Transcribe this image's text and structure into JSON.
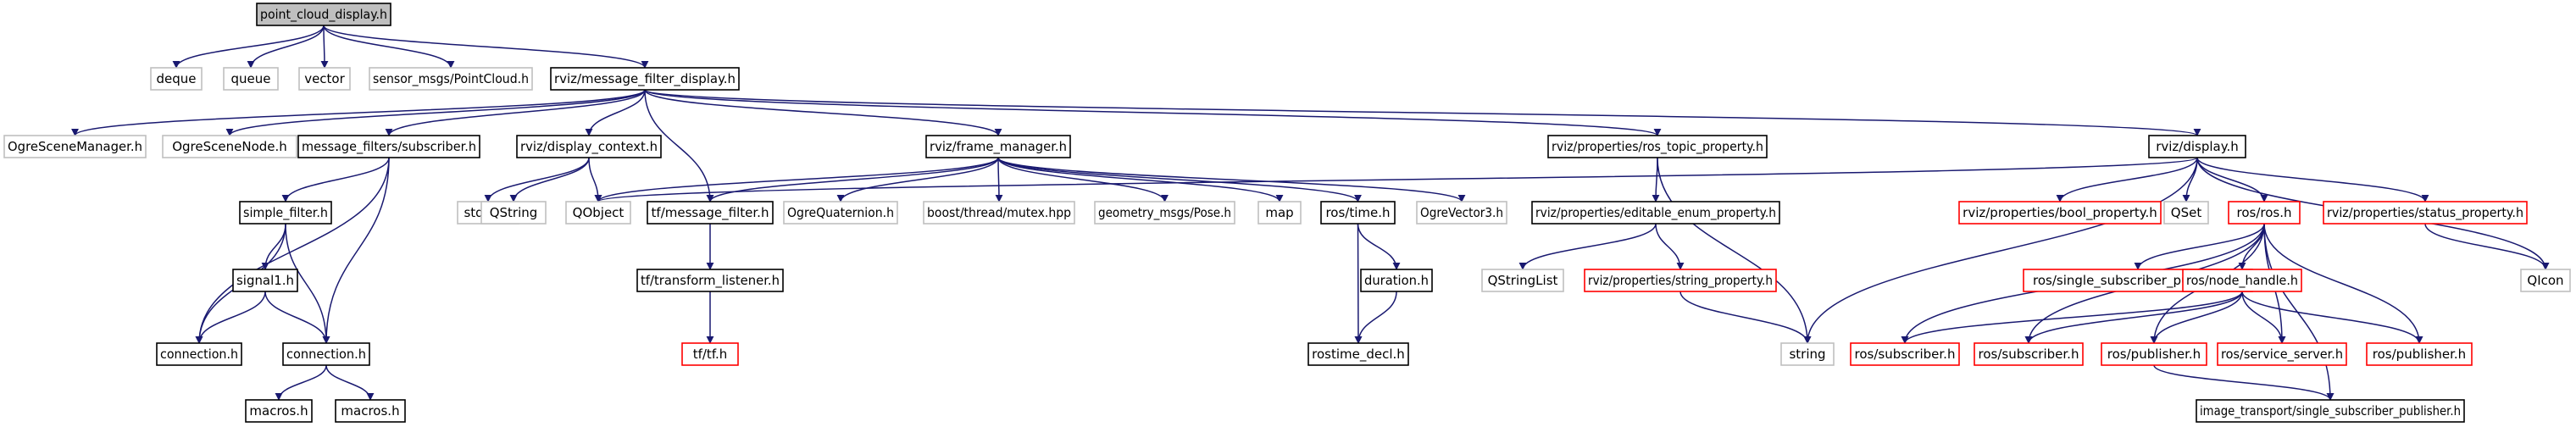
{
  "graph": {
    "colors": {
      "edge": "#191970",
      "box_black": "#000000",
      "box_red": "#ff0000",
      "box_gray": "#bfbfbf",
      "root_fill": "#bfbfbf",
      "node_fill": "#ffffff"
    },
    "nodes": [
      {
        "id": "root",
        "label": "point_cloud_display.h",
        "style": "root"
      },
      {
        "id": "deque",
        "label": "deque",
        "style": "gray"
      },
      {
        "id": "queue",
        "label": "queue",
        "style": "gray"
      },
      {
        "id": "vector",
        "label": "vector",
        "style": "gray"
      },
      {
        "id": "pointcloud",
        "label": "sensor_msgs/PointCloud.h",
        "style": "gray"
      },
      {
        "id": "mfd",
        "label": "rviz/message_filter_display.h",
        "style": "black"
      },
      {
        "id": "ogresm",
        "label": "OgreSceneManager.h",
        "style": "gray"
      },
      {
        "id": "ogresn",
        "label": "OgreSceneNode.h",
        "style": "gray"
      },
      {
        "id": "mfsub",
        "label": "message_filters/subscriber.h",
        "style": "black"
      },
      {
        "id": "dispctx",
        "label": "rviz/display_context.h",
        "style": "black"
      },
      {
        "id": "framemgr",
        "label": "rviz/frame_manager.h",
        "style": "black"
      },
      {
        "id": "rostopic",
        "label": "rviz/properties/ros_topic_property.h",
        "style": "black"
      },
      {
        "id": "display",
        "label": "rviz/display.h",
        "style": "black"
      },
      {
        "id": "simplefilter",
        "label": "simple_filter.h",
        "style": "black"
      },
      {
        "id": "stdint",
        "label": "stdint.h",
        "style": "gray"
      },
      {
        "id": "qstring",
        "label": "QString",
        "style": "gray"
      },
      {
        "id": "qobject",
        "label": "QObject",
        "style": "gray"
      },
      {
        "id": "tfmf",
        "label": "tf/message_filter.h",
        "style": "black"
      },
      {
        "id": "ogrequat",
        "label": "OgreQuaternion.h",
        "style": "gray"
      },
      {
        "id": "mutex",
        "label": "boost/thread/mutex.hpp",
        "style": "gray"
      },
      {
        "id": "pose",
        "label": "geometry_msgs/Pose.h",
        "style": "gray"
      },
      {
        "id": "map",
        "label": "map",
        "style": "gray"
      },
      {
        "id": "rostime",
        "label": "ros/time.h",
        "style": "black"
      },
      {
        "id": "ogrevec",
        "label": "OgreVector3.h",
        "style": "gray"
      },
      {
        "id": "editenum",
        "label": "rviz/properties/editable_enum_property.h",
        "style": "black"
      },
      {
        "id": "boolprop",
        "label": "rviz/properties/bool_property.h",
        "style": "red"
      },
      {
        "id": "qset",
        "label": "QSet",
        "style": "gray"
      },
      {
        "id": "rosh",
        "label": "ros/ros.h",
        "style": "red"
      },
      {
        "id": "statusprop",
        "label": "rviz/properties/status_property.h",
        "style": "red"
      },
      {
        "id": "signal1",
        "label": "signal1.h",
        "style": "black"
      },
      {
        "id": "tflistener",
        "label": "tf/transform_listener.h",
        "style": "black"
      },
      {
        "id": "duration",
        "label": "duration.h",
        "style": "black"
      },
      {
        "id": "qstringlist",
        "label": "QStringList",
        "style": "gray"
      },
      {
        "id": "stringprop",
        "label": "rviz/properties/string_property.h",
        "style": "red"
      },
      {
        "id": "singlesubpub",
        "label": "ros/single_subscriber_publisher.h",
        "style": "red"
      },
      {
        "id": "nodehandle",
        "label": "ros/node_handle.h",
        "style": "red"
      },
      {
        "id": "qicon",
        "label": "QIcon",
        "style": "gray"
      },
      {
        "id": "conn1",
        "label": "connection.h",
        "style": "black"
      },
      {
        "id": "conn2",
        "label": "connection.h",
        "style": "black"
      },
      {
        "id": "tftf",
        "label": "tf/tf.h",
        "style": "red"
      },
      {
        "id": "rostimedecl",
        "label": "rostime_decl.h",
        "style": "black"
      },
      {
        "id": "string",
        "label": "string",
        "style": "gray"
      },
      {
        "id": "rossub1",
        "label": "ros/subscriber.h",
        "style": "red"
      },
      {
        "id": "rossub2",
        "label": "ros/subscriber.h",
        "style": "red"
      },
      {
        "id": "rospub1",
        "label": "ros/publisher.h",
        "style": "red"
      },
      {
        "id": "rosserv",
        "label": "ros/service_server.h",
        "style": "red"
      },
      {
        "id": "rospub2",
        "label": "ros/publisher.h",
        "style": "red"
      },
      {
        "id": "macros1",
        "label": "macros.h",
        "style": "black"
      },
      {
        "id": "macros2",
        "label": "macros.h",
        "style": "black"
      },
      {
        "id": "itsingle",
        "label": "image_transport/single_subscriber_publisher.h",
        "style": "black"
      }
    ],
    "edges": [
      [
        "root",
        "deque"
      ],
      [
        "root",
        "queue"
      ],
      [
        "root",
        "vector"
      ],
      [
        "root",
        "pointcloud"
      ],
      [
        "root",
        "mfd"
      ],
      [
        "mfd",
        "ogresm"
      ],
      [
        "mfd",
        "ogresn"
      ],
      [
        "mfd",
        "mfsub"
      ],
      [
        "mfd",
        "dispctx"
      ],
      [
        "mfd",
        "tfmf"
      ],
      [
        "mfd",
        "framemgr"
      ],
      [
        "mfd",
        "rostopic"
      ],
      [
        "mfd",
        "display"
      ],
      [
        "mfsub",
        "simplefilter"
      ],
      [
        "mfsub",
        "conn1"
      ],
      [
        "mfsub",
        "conn2"
      ],
      [
        "simplefilter",
        "conn1"
      ],
      [
        "simplefilter",
        "signal1"
      ],
      [
        "simplefilter",
        "conn2"
      ],
      [
        "signal1",
        "conn1"
      ],
      [
        "signal1",
        "conn2"
      ],
      [
        "conn2",
        "macros1"
      ],
      [
        "conn2",
        "macros2"
      ],
      [
        "dispctx",
        "stdint"
      ],
      [
        "dispctx",
        "qstring"
      ],
      [
        "dispctx",
        "qobject"
      ],
      [
        "framemgr",
        "qobject"
      ],
      [
        "framemgr",
        "tfmf"
      ],
      [
        "framemgr",
        "ogrequat"
      ],
      [
        "framemgr",
        "mutex"
      ],
      [
        "framemgr",
        "pose"
      ],
      [
        "framemgr",
        "map"
      ],
      [
        "framemgr",
        "rostime"
      ],
      [
        "framemgr",
        "ogrevec"
      ],
      [
        "tfmf",
        "tflistener"
      ],
      [
        "tflistener",
        "tftf"
      ],
      [
        "rostime",
        "duration"
      ],
      [
        "rostime",
        "rostimedecl"
      ],
      [
        "duration",
        "rostimedecl"
      ],
      [
        "rostopic",
        "editenum"
      ],
      [
        "rostopic",
        "string"
      ],
      [
        "editenum",
        "qstringlist"
      ],
      [
        "editenum",
        "stringprop"
      ],
      [
        "stringprop",
        "string"
      ],
      [
        "display",
        "qobject"
      ],
      [
        "display",
        "string"
      ],
      [
        "display",
        "boolprop"
      ],
      [
        "display",
        "qset"
      ],
      [
        "display",
        "rosh"
      ],
      [
        "display",
        "statusprop"
      ],
      [
        "display",
        "qicon"
      ],
      [
        "statusprop",
        "qicon"
      ],
      [
        "rosh",
        "rossub1"
      ],
      [
        "rosh",
        "singlesubpub"
      ],
      [
        "rosh",
        "rossub2"
      ],
      [
        "rosh",
        "nodehandle"
      ],
      [
        "rosh",
        "rospub1"
      ],
      [
        "rosh",
        "rosserv"
      ],
      [
        "rosh",
        "rospub2"
      ],
      [
        "rosh",
        "itsingle"
      ],
      [
        "nodehandle",
        "rossub1"
      ],
      [
        "nodehandle",
        "rossub2"
      ],
      [
        "nodehandle",
        "rospub1"
      ],
      [
        "nodehandle",
        "rosserv"
      ],
      [
        "nodehandle",
        "rospub2"
      ],
      [
        "rospub1",
        "itsingle"
      ]
    ]
  }
}
